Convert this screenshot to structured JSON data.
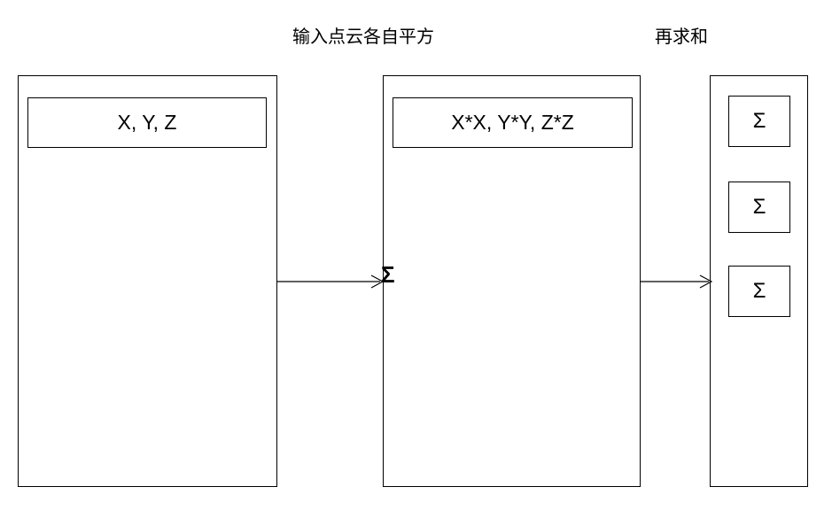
{
  "diagram": {
    "headings": {
      "square_step": "输入点云各自平方",
      "sum_step": "再求和"
    },
    "stages": [
      {
        "id": "input",
        "label": "X, Y, Z"
      },
      {
        "id": "square",
        "label": "X*X, Y*Y, Z*Z"
      }
    ],
    "sum_column": {
      "items": [
        {
          "label": "Σ"
        },
        {
          "label": "Σ"
        },
        {
          "label": "Σ"
        }
      ]
    },
    "join_symbol": "Σ",
    "colors": {
      "stroke": "#000000",
      "background": "#ffffff",
      "text": "#000000"
    }
  }
}
